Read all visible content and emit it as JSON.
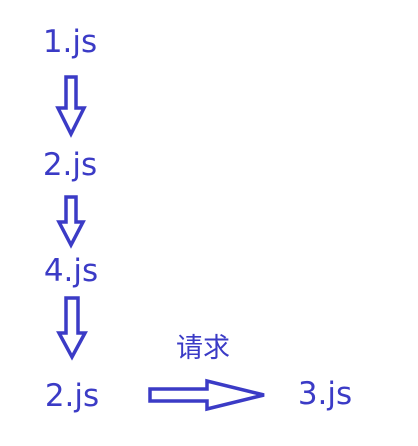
{
  "colors": {
    "ink": "#3b3bc6",
    "arrow_fill": "#ffffff",
    "background": "#ffffff"
  },
  "nodes": [
    {
      "id": "n1",
      "label": "1.js"
    },
    {
      "id": "n2",
      "label": "2.js"
    },
    {
      "id": "n3",
      "label": "4.js"
    },
    {
      "id": "n4",
      "label": "2.js"
    },
    {
      "id": "n5",
      "label": "3.js"
    }
  ],
  "edges": [
    {
      "from": "n1",
      "to": "n2",
      "label": ""
    },
    {
      "from": "n2",
      "to": "n3",
      "label": ""
    },
    {
      "from": "n3",
      "to": "n4",
      "label": ""
    },
    {
      "from": "n4",
      "to": "n5",
      "label": "请求"
    }
  ]
}
